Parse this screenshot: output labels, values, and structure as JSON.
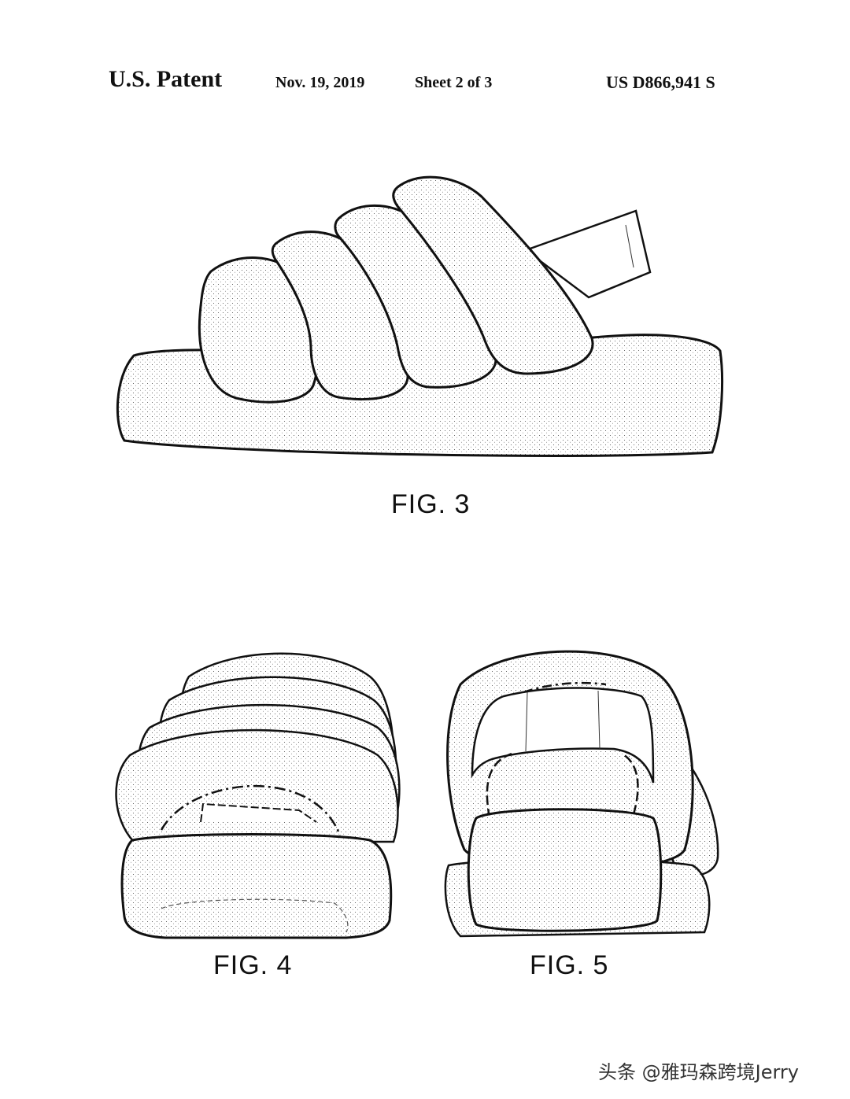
{
  "header": {
    "title": "U.S. Patent",
    "date": "Nov. 19, 2019",
    "sheet": "Sheet 2 of 3",
    "patent_number": "US D866,941 S"
  },
  "figures": [
    {
      "label": "FIG. 3"
    },
    {
      "label": "FIG. 4"
    },
    {
      "label": "FIG. 5"
    }
  ],
  "watermark": "头条 @雅玛森跨境Jerry"
}
